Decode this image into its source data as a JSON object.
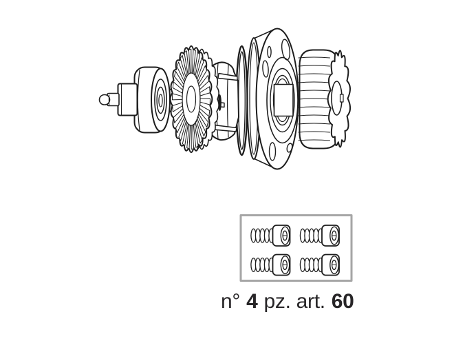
{
  "caption": {
    "prefix": "n°",
    "quantity": "4",
    "unit": "pz. art.",
    "article": "60"
  },
  "parts_box": {
    "screw_count": 4
  },
  "colors": {
    "line": "#1d1d1d",
    "box_border": "#a6a6a6",
    "background": "#ffffff"
  }
}
